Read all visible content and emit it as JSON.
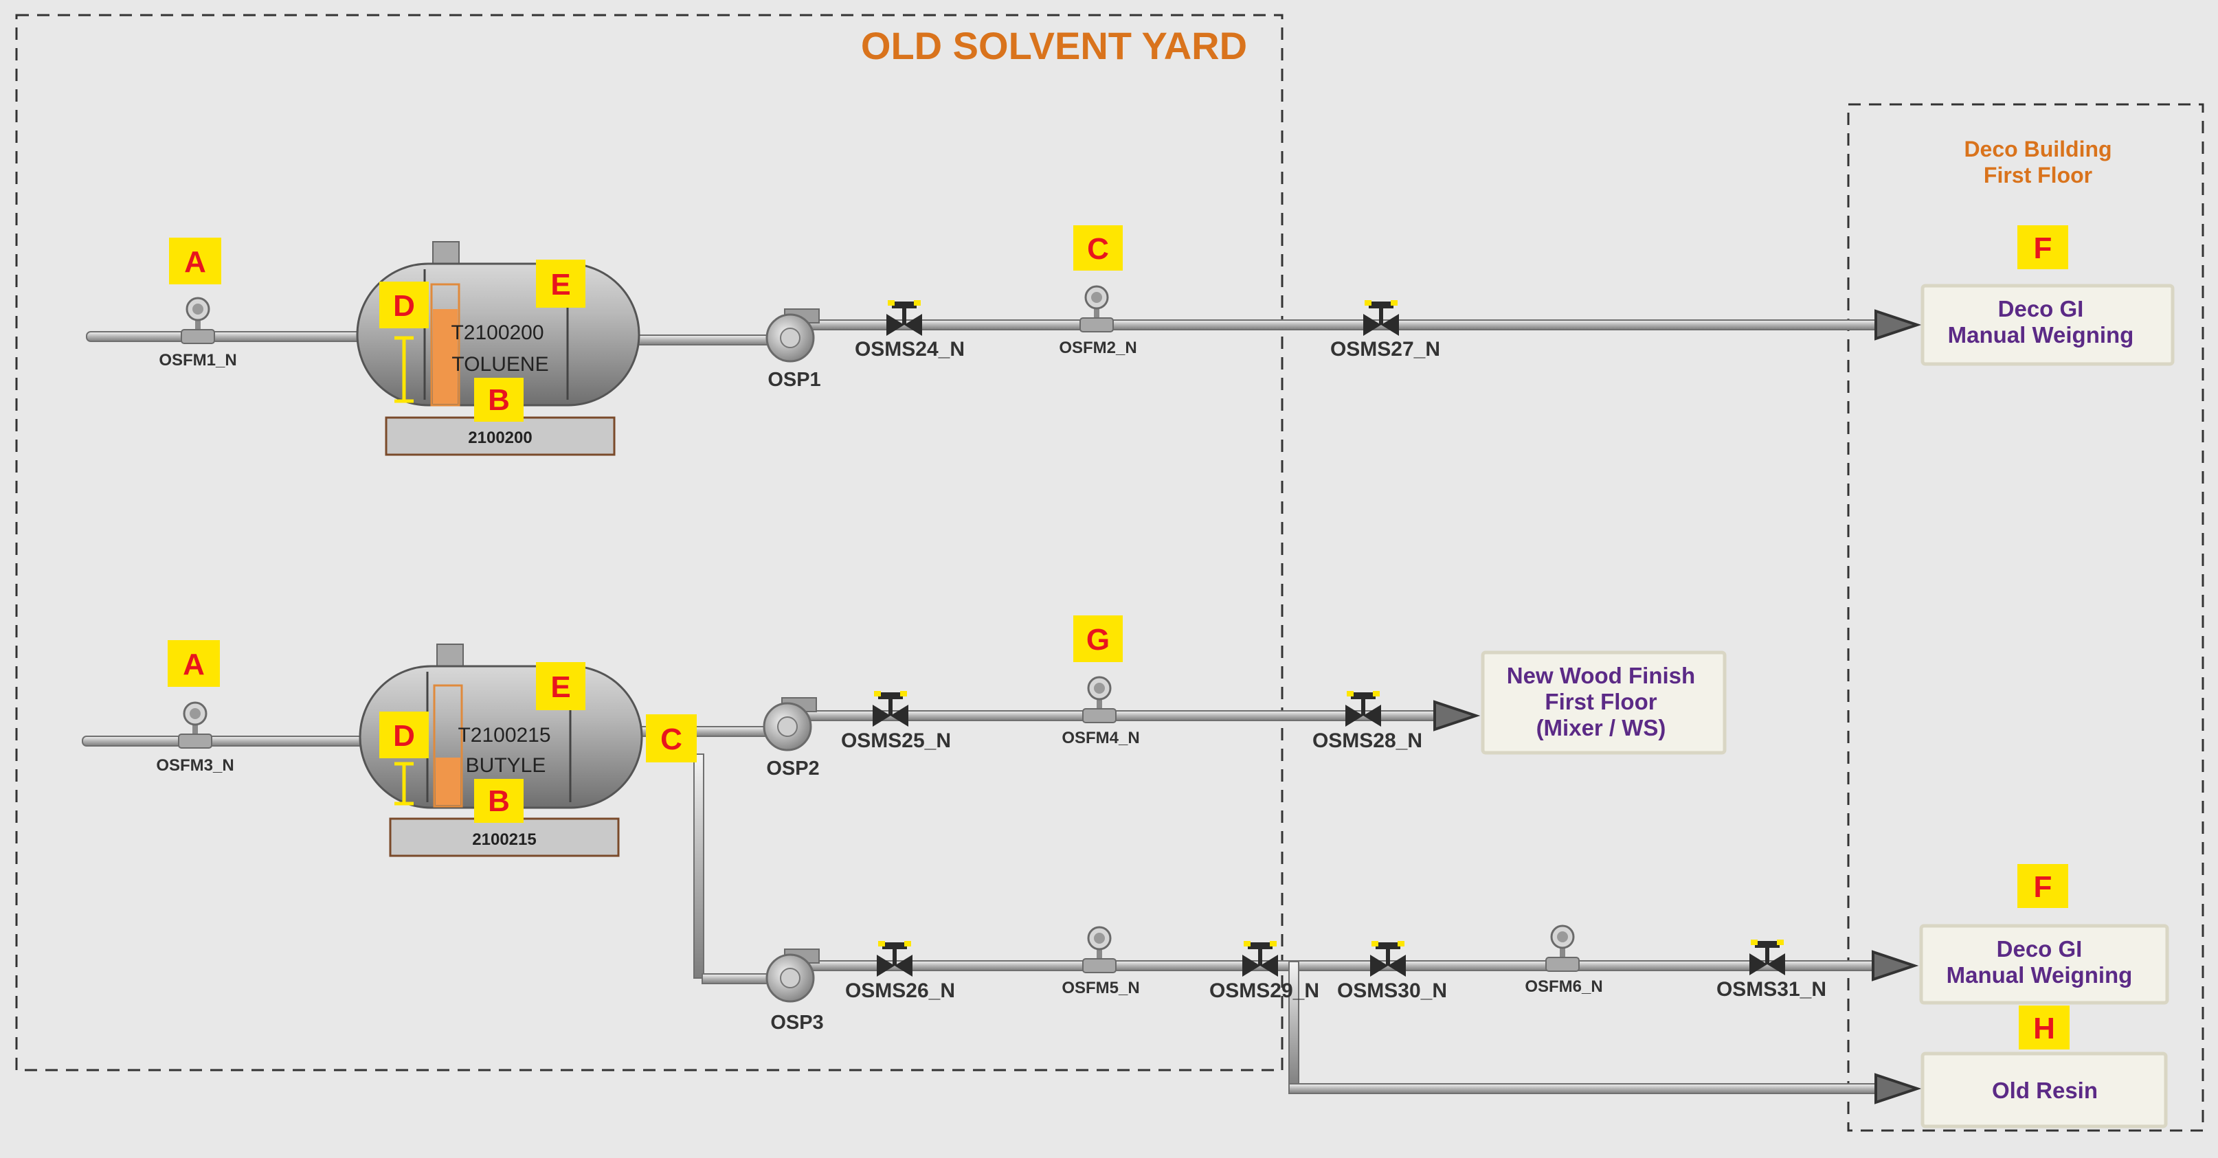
{
  "yard_title": "OLD SOLVENT YARD",
  "deco_area_title": [
    "Deco Building",
    "First Floor"
  ],
  "tanks": [
    {
      "name": "T2100200",
      "product": "TOLUENE",
      "plate": "2100200"
    },
    {
      "name": "T2100215",
      "product": "BUTYLE",
      "plate": "2100215"
    }
  ],
  "flowmeters": [
    "OSFM1_N",
    "OSFM2_N",
    "OSFM3_N",
    "OSFM4_N",
    "OSFM5_N",
    "OSFM6_N"
  ],
  "pumps": [
    "OSP1",
    "OSP2",
    "OSP3"
  ],
  "valves": [
    "OSMS24_N",
    "OSMS25_N",
    "OSMS26_N",
    "OSMS27_N",
    "OSMS28_N",
    "OSMS29_N",
    "OSMS30_N",
    "OSMS31_N"
  ],
  "destinations": [
    {
      "lines": [
        "Deco GI",
        "Manual Weigning"
      ]
    },
    {
      "lines": [
        "New Wood Finish",
        "First Floor",
        "(Mixer / WS)"
      ]
    },
    {
      "lines": [
        "Deco GI",
        "Manual Weigning"
      ]
    },
    {
      "lines": [
        "Old Resin"
      ]
    }
  ],
  "markers": {
    "a1": "A",
    "d1": "D",
    "e1": "E",
    "b1": "B",
    "c1": "C",
    "f1": "F",
    "a2": "A",
    "d2": "D",
    "e2": "E",
    "b2": "B",
    "c2": "C",
    "g1": "G",
    "f2": "F",
    "h1": "H"
  },
  "colors": {
    "title": "#d9731c",
    "marker_bg": "#ffe600",
    "marker_text": "#e8141e",
    "destination_text": "#5b2a86",
    "level_fill": "#f0964a"
  },
  "tank_levels": [
    0.8,
    0.4
  ]
}
